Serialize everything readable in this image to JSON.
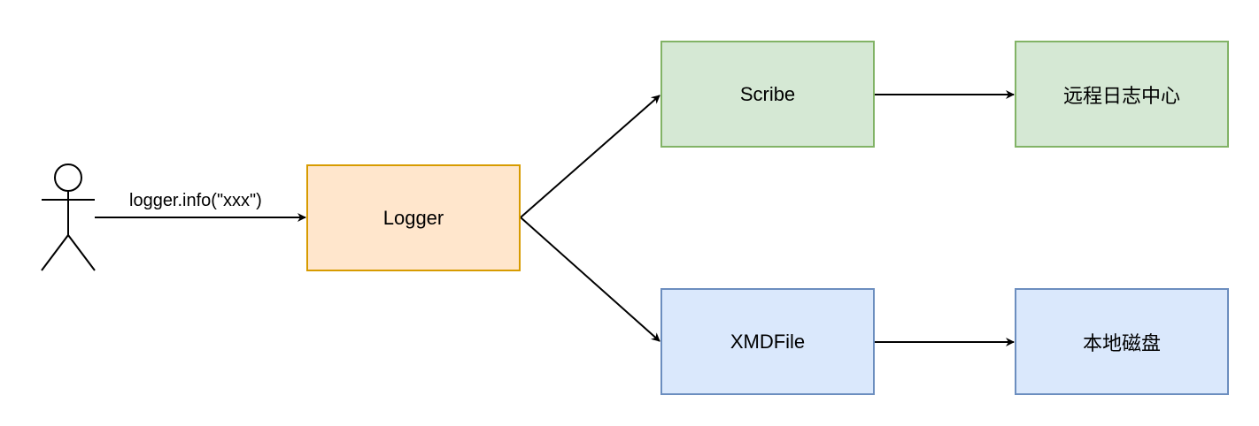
{
  "colors": {
    "background": "#ffffff",
    "line": "#000000",
    "orange_fill": "#ffe6cc",
    "orange_stroke": "#d79b00",
    "green_fill": "#d5e8d4",
    "green_stroke": "#82b366",
    "blue_fill": "#dae8fc",
    "blue_stroke": "#6c8ebf"
  },
  "actor": {
    "icon": "stick-figure-icon"
  },
  "edges": {
    "actor_to_logger_label": "logger.info(\"xxx\")"
  },
  "nodes": {
    "logger": {
      "label": "Logger"
    },
    "scribe": {
      "label": "Scribe"
    },
    "remote": {
      "label": "远程日志中心"
    },
    "xmdfile": {
      "label": "XMDFile"
    },
    "disk": {
      "label": "本地磁盘"
    }
  }
}
